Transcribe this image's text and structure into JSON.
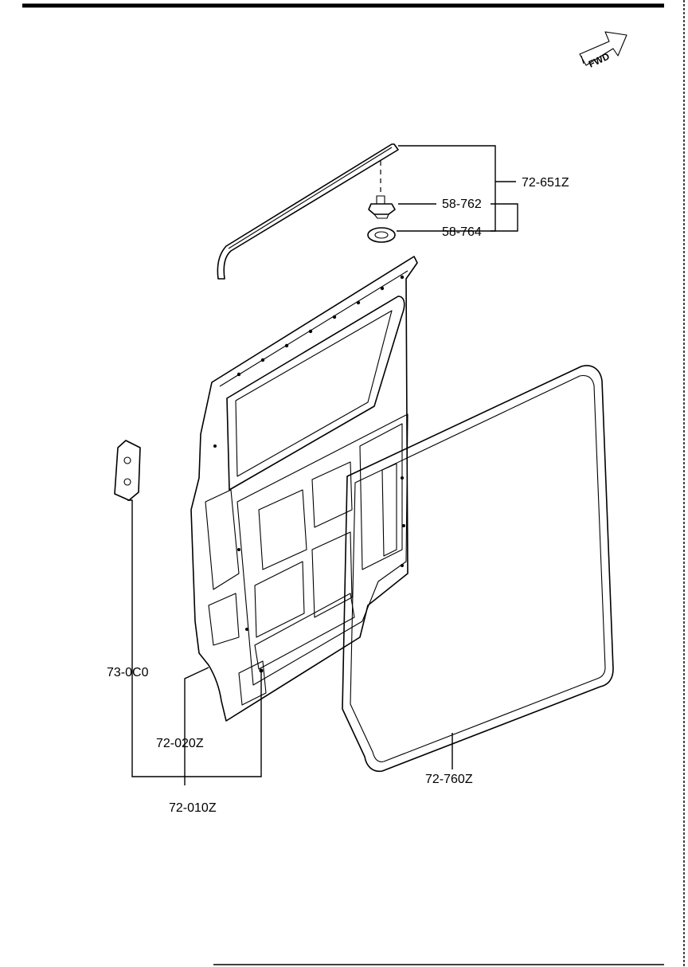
{
  "direction_arrow": {
    "label": "FWD",
    "icon": "forward-arrow-icon"
  },
  "callouts": {
    "weatherstrip_molding": "72-651Z",
    "clip": "58-762",
    "cap": "58-764",
    "hinge_plate": "73-0C0",
    "door_panel": "72-020Z",
    "door_assembly": "72-010Z",
    "door_weatherstrip": "72-760Z"
  }
}
